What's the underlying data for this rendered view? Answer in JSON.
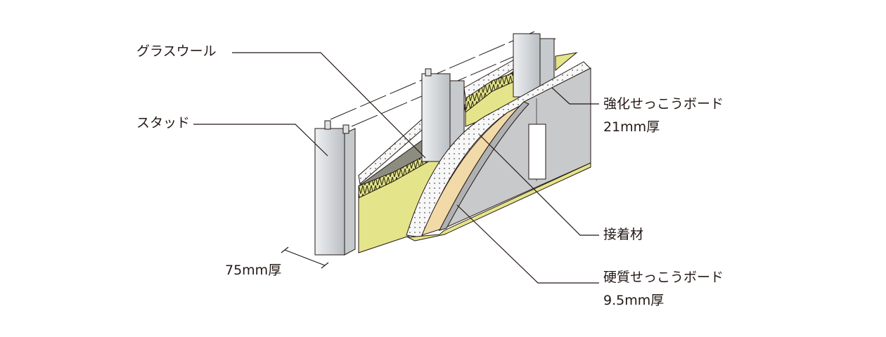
{
  "labels": {
    "glass_wool": "グラスウール",
    "stud": "スタッド",
    "stud_thickness": "75mm厚",
    "reinforced_board": "強化せっこうボード",
    "reinforced_board_thickness": "21mm厚",
    "adhesive": "接着材",
    "hard_board": "硬質せっこうボード",
    "hard_board_thickness": "9.5mm厚"
  },
  "colors": {
    "insulation": "#e4e48a",
    "adhesive": "#f1d9a8",
    "board": "#c8c9ca",
    "backing": "#8d8c80",
    "steel": "#d9dcdf",
    "line": "#231815"
  }
}
